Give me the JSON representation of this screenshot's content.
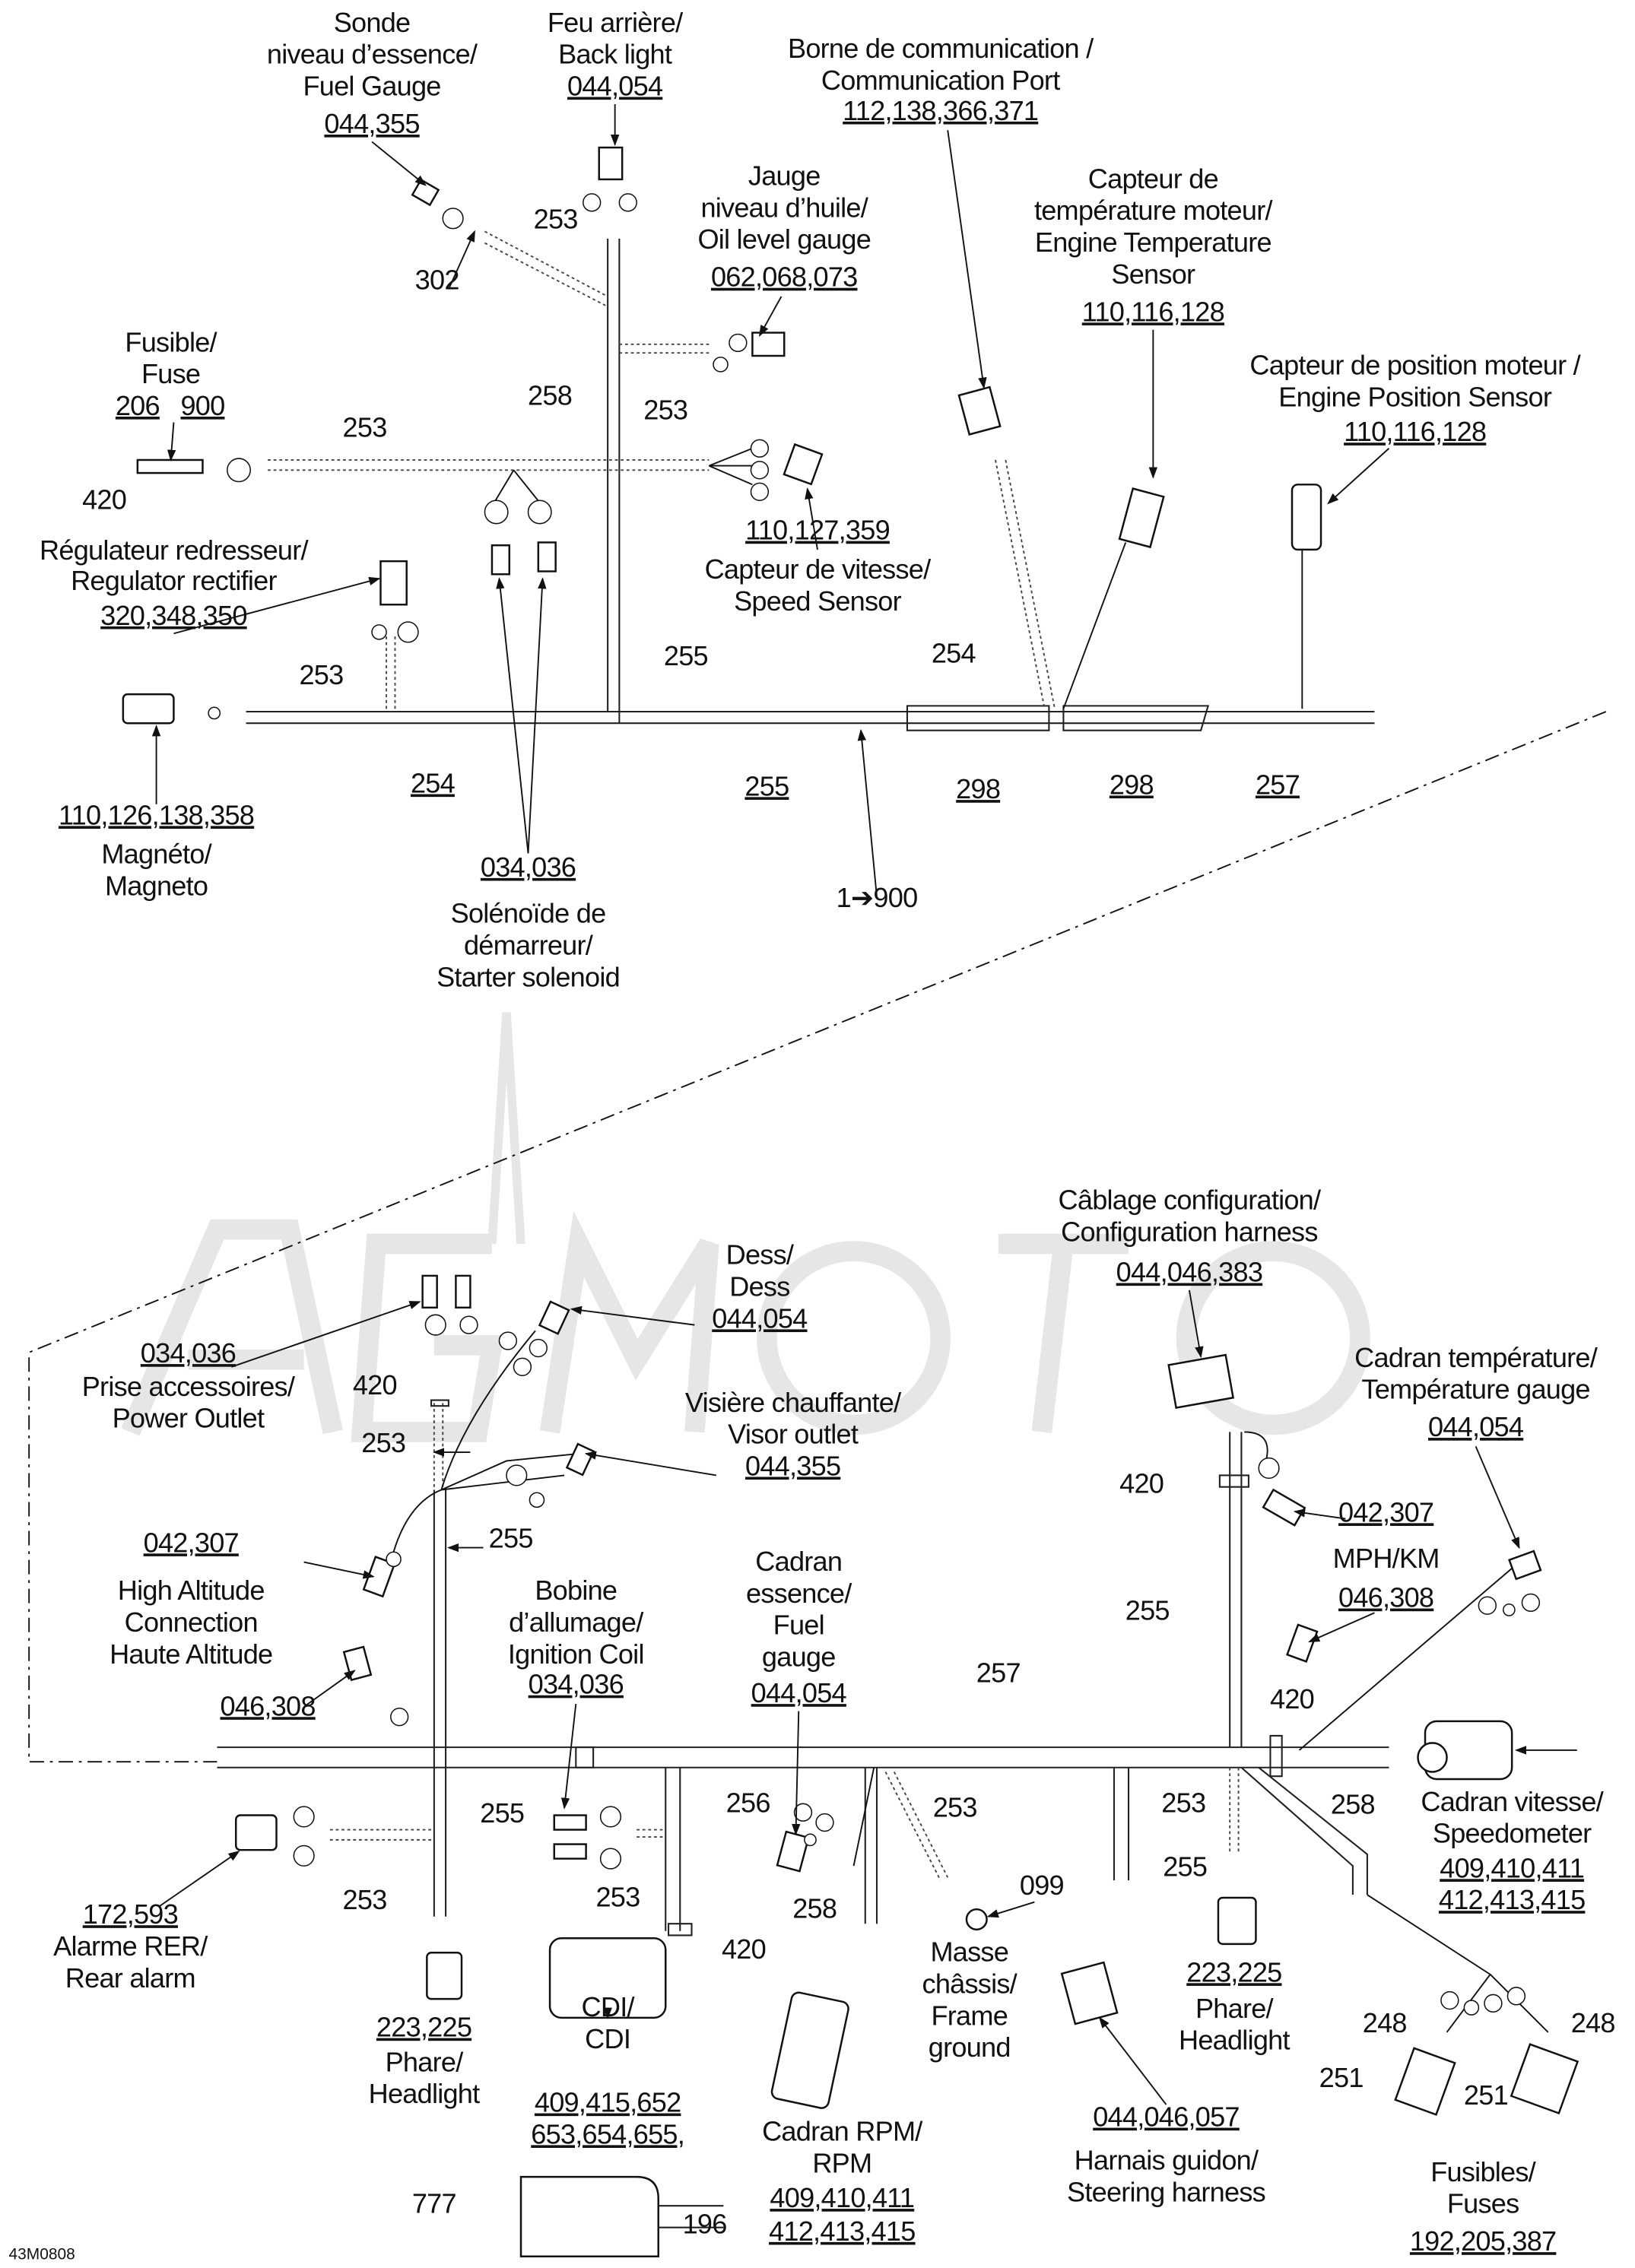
{
  "diagram_id": "43M0808",
  "callouts": [
    {
      "id": "fuel-gauge-sender",
      "items": [
        {
          "t": "Sonde"
        },
        {
          "t": "niveau d’essence/"
        },
        {
          "t": "Fuel Gauge"
        },
        {
          "t": "044,355",
          "kind": "part"
        }
      ]
    },
    {
      "id": "back-light",
      "items": [
        {
          "t": "Feu arrière/"
        },
        {
          "t": "Back light"
        },
        {
          "t": "044,054",
          "kind": "part"
        }
      ]
    },
    {
      "id": "communication-port",
      "items": [
        {
          "t": "Borne de communication /"
        },
        {
          "t": "Communication Port"
        },
        {
          "t": "112,138,366,371",
          "kind": "part"
        }
      ]
    },
    {
      "id": "oil-level-gauge",
      "items": [
        {
          "t": "Jauge"
        },
        {
          "t": "niveau d’huile/"
        },
        {
          "t": "Oil level gauge"
        },
        {
          "t": "062,068,073",
          "kind": "part"
        }
      ]
    },
    {
      "id": "engine-temperature-sensor",
      "items": [
        {
          "t": "Capteur de"
        },
        {
          "t": "température moteur/"
        },
        {
          "t": "Engine Temperature"
        },
        {
          "t": "Sensor"
        },
        {
          "t": "110,116,128",
          "kind": "part"
        }
      ]
    },
    {
      "id": "engine-position-sensor",
      "items": [
        {
          "t": "Capteur de position moteur /"
        },
        {
          "t": "Engine Position Sensor"
        },
        {
          "t": "110,116,128",
          "kind": "part"
        }
      ]
    },
    {
      "id": "fuse",
      "items": [
        {
          "t": "Fusible/"
        },
        {
          "t": "Fuse"
        }
      ]
    },
    {
      "id": "fuse-206",
      "items": [
        {
          "t": "206",
          "kind": "part"
        }
      ]
    },
    {
      "id": "fuse-900",
      "items": [
        {
          "t": "900",
          "kind": "part"
        }
      ]
    },
    {
      "id": "speed-sensor",
      "items": [
        {
          "t": "110,127,359",
          "kind": "part"
        },
        {
          "t": "Capteur de vitesse/"
        },
        {
          "t": "Speed Sensor"
        }
      ]
    },
    {
      "id": "regulator-rectifier",
      "items": [
        {
          "t": "Régulateur redresseur/"
        },
        {
          "t": "Regulator rectifier"
        },
        {
          "t": "320,348,350",
          "kind": "part"
        }
      ]
    },
    {
      "id": "magneto",
      "items": [
        {
          "t": "110,126,138,358",
          "kind": "part"
        },
        {
          "t": "Magnéto/"
        },
        {
          "t": "Magneto"
        }
      ]
    },
    {
      "id": "starter-solenoid",
      "items": [
        {
          "t": "034,036",
          "kind": "part"
        },
        {
          "t": "Solénoïde de"
        },
        {
          "t": "démarreur/"
        },
        {
          "t": "Starter solenoid"
        }
      ]
    },
    {
      "id": "ref-1-900",
      "items": [
        {
          "t": "1➔900"
        }
      ]
    },
    {
      "id": "configuration-harness",
      "items": [
        {
          "t": "Câblage configuration/"
        },
        {
          "t": "Configuration harness"
        },
        {
          "t": "044,046,383",
          "kind": "part"
        }
      ]
    },
    {
      "id": "dess",
      "items": [
        {
          "t": "Dess/"
        },
        {
          "t": "Dess"
        },
        {
          "t": "044,054",
          "kind": "part"
        }
      ]
    },
    {
      "id": "power-outlet",
      "items": [
        {
          "t": "034,036",
          "kind": "part"
        },
        {
          "t": "Prise accessoires/"
        },
        {
          "t": "Power Outlet"
        }
      ]
    },
    {
      "id": "temperature-gauge",
      "items": [
        {
          "t": "Cadran température/"
        },
        {
          "t": "Température gauge"
        },
        {
          "t": "044,054",
          "kind": "part"
        }
      ]
    },
    {
      "id": "visor-outlet",
      "items": [
        {
          "t": "Visière chauffante/"
        },
        {
          "t": "Visor outlet"
        },
        {
          "t": "044,355",
          "kind": "part"
        }
      ]
    },
    {
      "id": "mph-km",
      "items": [
        {
          "t": "042,307",
          "kind": "part"
        },
        {
          "t": "MPH/KM"
        },
        {
          "t": "046,308",
          "kind": "part"
        }
      ]
    },
    {
      "id": "high-altitude",
      "items": [
        {
          "t": "042,307",
          "kind": "part"
        },
        {
          "t": "High Altitude"
        },
        {
          "t": "Connection"
        },
        {
          "t": "Haute Altitude"
        }
      ]
    },
    {
      "id": "ignition-coil",
      "items": [
        {
          "t": "Bobine"
        },
        {
          "t": "d’allumage/"
        },
        {
          "t": "Ignition Coil"
        },
        {
          "t": "034,036",
          "kind": "part"
        }
      ]
    },
    {
      "id": "fuel-gauge-dial",
      "items": [
        {
          "t": "Cadran"
        },
        {
          "t": "essence/"
        },
        {
          "t": "Fuel"
        },
        {
          "t": "gauge"
        },
        {
          "t": "044,054",
          "kind": "part"
        }
      ]
    },
    {
      "id": "connector-046-308",
      "items": [
        {
          "t": "046,308",
          "kind": "part"
        }
      ]
    },
    {
      "id": "speedometer",
      "items": [
        {
          "t": "Cadran vitesse/"
        },
        {
          "t": "Speedometer"
        },
        {
          "t": "409,410,411",
          "kind": "part"
        },
        {
          "t": "412,413,415",
          "kind": "part"
        }
      ]
    },
    {
      "id": "rear-alarm",
      "items": [
        {
          "t": "172,593",
          "kind": "part"
        },
        {
          "t": "Alarme RER/"
        },
        {
          "t": "Rear alarm"
        }
      ]
    },
    {
      "id": "headlight-left",
      "items": [
        {
          "t": "223,225",
          "kind": "part"
        },
        {
          "t": "Phare/"
        },
        {
          "t": "Headlight"
        }
      ]
    },
    {
      "id": "headlight-right",
      "items": [
        {
          "t": "223,225",
          "kind": "part"
        },
        {
          "t": "Phare/"
        },
        {
          "t": "Headlight"
        }
      ]
    },
    {
      "id": "cdi",
      "items": [
        {
          "t": "CDI/"
        },
        {
          "t": "CDI"
        },
        {
          "t": "409,415,652",
          "kind": "part"
        },
        {
          "t": "653,654,655,",
          "kind": "part"
        }
      ]
    },
    {
      "id": "frame-ground",
      "items": [
        {
          "t": "Masse"
        },
        {
          "t": "châssis/"
        },
        {
          "t": "Frame"
        },
        {
          "t": "ground"
        }
      ]
    },
    {
      "id": "ground-099",
      "items": [
        {
          "t": "099"
        }
      ]
    },
    {
      "id": "rpm-dial",
      "items": [
        {
          "t": "Cadran RPM/"
        },
        {
          "t": "RPM"
        },
        {
          "t": "409,410,411",
          "kind": "part"
        },
        {
          "t": "412,413,415",
          "kind": "part"
        }
      ]
    },
    {
      "id": "steering-harness",
      "items": [
        {
          "t": "044,046,057",
          "kind": "part"
        },
        {
          "t": "Harnais guidon/"
        },
        {
          "t": "Steering harness"
        }
      ]
    },
    {
      "id": "fuses",
      "items": [
        {
          "t": "Fusibles/"
        },
        {
          "t": "Fuses"
        },
        {
          "t": "192,205,387",
          "kind": "part"
        }
      ]
    }
  ],
  "wire_refs": [
    "302",
    "253",
    "258",
    "253",
    "253",
    "420",
    "253",
    "255",
    "254",
    "254",
    "255",
    "298",
    "298",
    "257",
    "420",
    "253",
    "255",
    "420",
    "255",
    "257",
    "420",
    "255",
    "256",
    "253",
    "258",
    "253",
    "255",
    "253",
    "253",
    "420",
    "258",
    "248",
    "248",
    "251",
    "251",
    "777",
    "196"
  ]
}
